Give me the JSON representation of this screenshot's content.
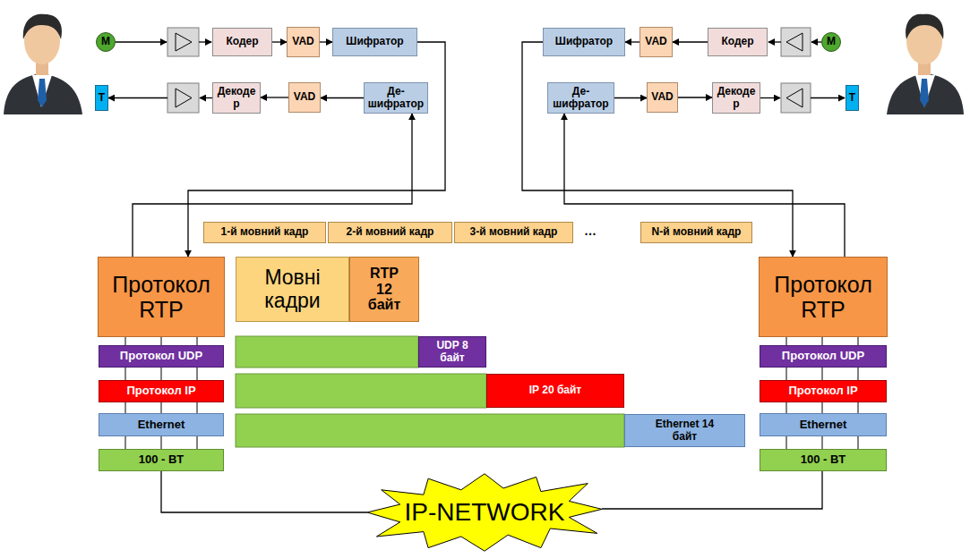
{
  "diagram": {
    "nodes": [
      {
        "text": [
          "M"
        ]
      },
      {
        "text": [
          "Кодер"
        ]
      },
      {
        "text": [
          "VAD"
        ]
      },
      {
        "text": [
          "Шифратор"
        ]
      },
      {
        "text": [
          "T"
        ]
      },
      {
        "text": [
          "Декоде р"
        ]
      },
      {
        "text": [
          "VAD"
        ]
      },
      {
        "text": [
          "Де- шифратор"
        ]
      },
      {
        "text": [
          "Шифратор"
        ]
      },
      {
        "text": [
          "VAD"
        ]
      },
      {
        "text": [
          "Кодер"
        ]
      },
      {
        "text": [
          "M"
        ]
      },
      {
        "text": [
          "Де- шифратор"
        ]
      },
      {
        "text": [
          "VAD"
        ]
      },
      {
        "text": [
          "Декоде р"
        ]
      },
      {
        "text": [
          "T"
        ]
      },
      {
        "text": [
          "1-й мовний кадр"
        ]
      },
      {
        "text": [
          "2-й мовний кадр"
        ]
      },
      {
        "text": [
          "3-й мовний кадр"
        ]
      },
      {
        "text": [
          "N-й мовний кадр"
        ]
      },
      {
        "text": [
          "Протокол RTP"
        ]
      },
      {
        "text": [
          "Мовні кадри"
        ]
      },
      {
        "text": [
          "RTP 12 байт"
        ]
      },
      {
        "text": [
          "Протокол RTP"
        ]
      },
      {
        "text": [
          "Протокол UDP"
        ]
      },
      {
        "text": [
          "UDP 8 байт"
        ]
      },
      {
        "text": [
          "Протокол UDP"
        ]
      },
      {
        "text": [
          "Протокол IP"
        ]
      },
      {
        "text": [
          "IP 20 байт"
        ]
      },
      {
        "text": [
          "Протокол IP"
        ]
      },
      {
        "text": [
          "Ethernet"
        ]
      },
      {
        "text": [
          "Ethernet 14 байт"
        ]
      },
      {
        "text": [
          "Ethernet"
        ]
      },
      {
        "text": [
          "100 - BT"
        ]
      },
      {
        "text": [
          "100 - BT"
        ]
      },
      {
        "text": [
          "IP-NETWORK"
        ]
      }
    ],
    "edges": [
      {
        "from": 1,
        "to": 2,
        "arrow": "to"
      },
      {
        "from": 2,
        "to": 3,
        "arrow": "to"
      },
      {
        "from": 3,
        "to": 20,
        "arrow": "to"
      },
      {
        "from": 20,
        "to": 7,
        "arrow": "to"
      },
      {
        "from": 7,
        "to": 6,
        "arrow": "to"
      },
      {
        "from": 6,
        "to": 5,
        "arrow": "to"
      },
      {
        "from": 10,
        "to": 9,
        "arrow": "to"
      },
      {
        "from": 9,
        "to": 8,
        "arrow": "to"
      },
      {
        "from": 8,
        "to": 23,
        "arrow": "to"
      },
      {
        "from": 23,
        "to": 12,
        "arrow": "to"
      },
      {
        "from": 12,
        "to": 13,
        "arrow": "to"
      },
      {
        "from": 13,
        "to": 14,
        "arrow": "to"
      },
      {
        "from": 33,
        "to": 35,
        "arrow": "none"
      },
      {
        "from": 34,
        "to": 35,
        "arrow": "none"
      }
    ],
    "labels": [
      "…"
    ]
  }
}
